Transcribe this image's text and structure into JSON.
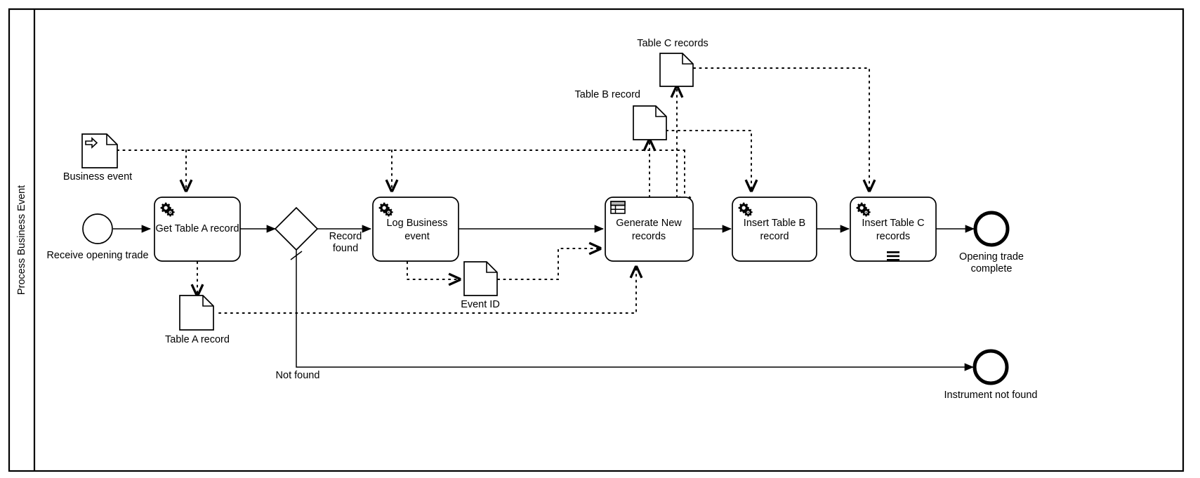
{
  "diagram": {
    "type": "bpmn-process-diagram",
    "pool": {
      "name": "Process Business Event"
    },
    "events": {
      "start": {
        "label": "Receive opening trade",
        "kind": "start-event"
      },
      "end_success": {
        "label_line1": "Opening trade",
        "label_line2": "complete",
        "kind": "end-event"
      },
      "end_not_found": {
        "label": "Instrument not found",
        "kind": "end-event"
      }
    },
    "tasks": [
      {
        "id": "get-table-a-record",
        "label_line1": "Get Table A record",
        "label_line2": "",
        "marker_icon": "service-task-gear-icon",
        "multi_instance": false
      },
      {
        "id": "log-business-event",
        "label_line1": "Log Business",
        "label_line2": "event",
        "marker_icon": "service-task-gear-icon",
        "multi_instance": false
      },
      {
        "id": "generate-new-records",
        "label_line1": "Generate New",
        "label_line2": "records",
        "marker_icon": "business-rule-task-table-icon",
        "multi_instance": false
      },
      {
        "id": "insert-table-b-record",
        "label_line1": "Insert Table B",
        "label_line2": "record",
        "marker_icon": "service-task-gear-icon",
        "multi_instance": false
      },
      {
        "id": "insert-table-c-records",
        "label_line1": "Insert Table C",
        "label_line2": "records",
        "marker_icon": "service-task-gear-icon",
        "multi_instance": true,
        "multi_instance_marker": "sequential-multi-instance-icon"
      }
    ],
    "gateway": {
      "id": "record-found-gateway",
      "kind": "exclusive-gateway",
      "label": ""
    },
    "flow_labels": {
      "record_found_line1": "Record",
      "record_found_line2": "found",
      "not_found": "Not found"
    },
    "data_objects": [
      {
        "id": "business-event",
        "label": "Business event",
        "icon": "data-input-arrow-icon"
      },
      {
        "id": "table-a-record",
        "label": "Table A record",
        "icon": "data-object-icon"
      },
      {
        "id": "event-id",
        "label": "Event ID",
        "icon": "data-object-icon"
      },
      {
        "id": "table-b-record",
        "label": "Table B record",
        "icon": "data-object-icon"
      },
      {
        "id": "table-c-records",
        "label": "Table C records",
        "icon": "data-object-icon"
      }
    ],
    "colors": {
      "stroke": "#000000",
      "background": "#ffffff",
      "rule_icon_header": "#b8b8b8"
    }
  }
}
